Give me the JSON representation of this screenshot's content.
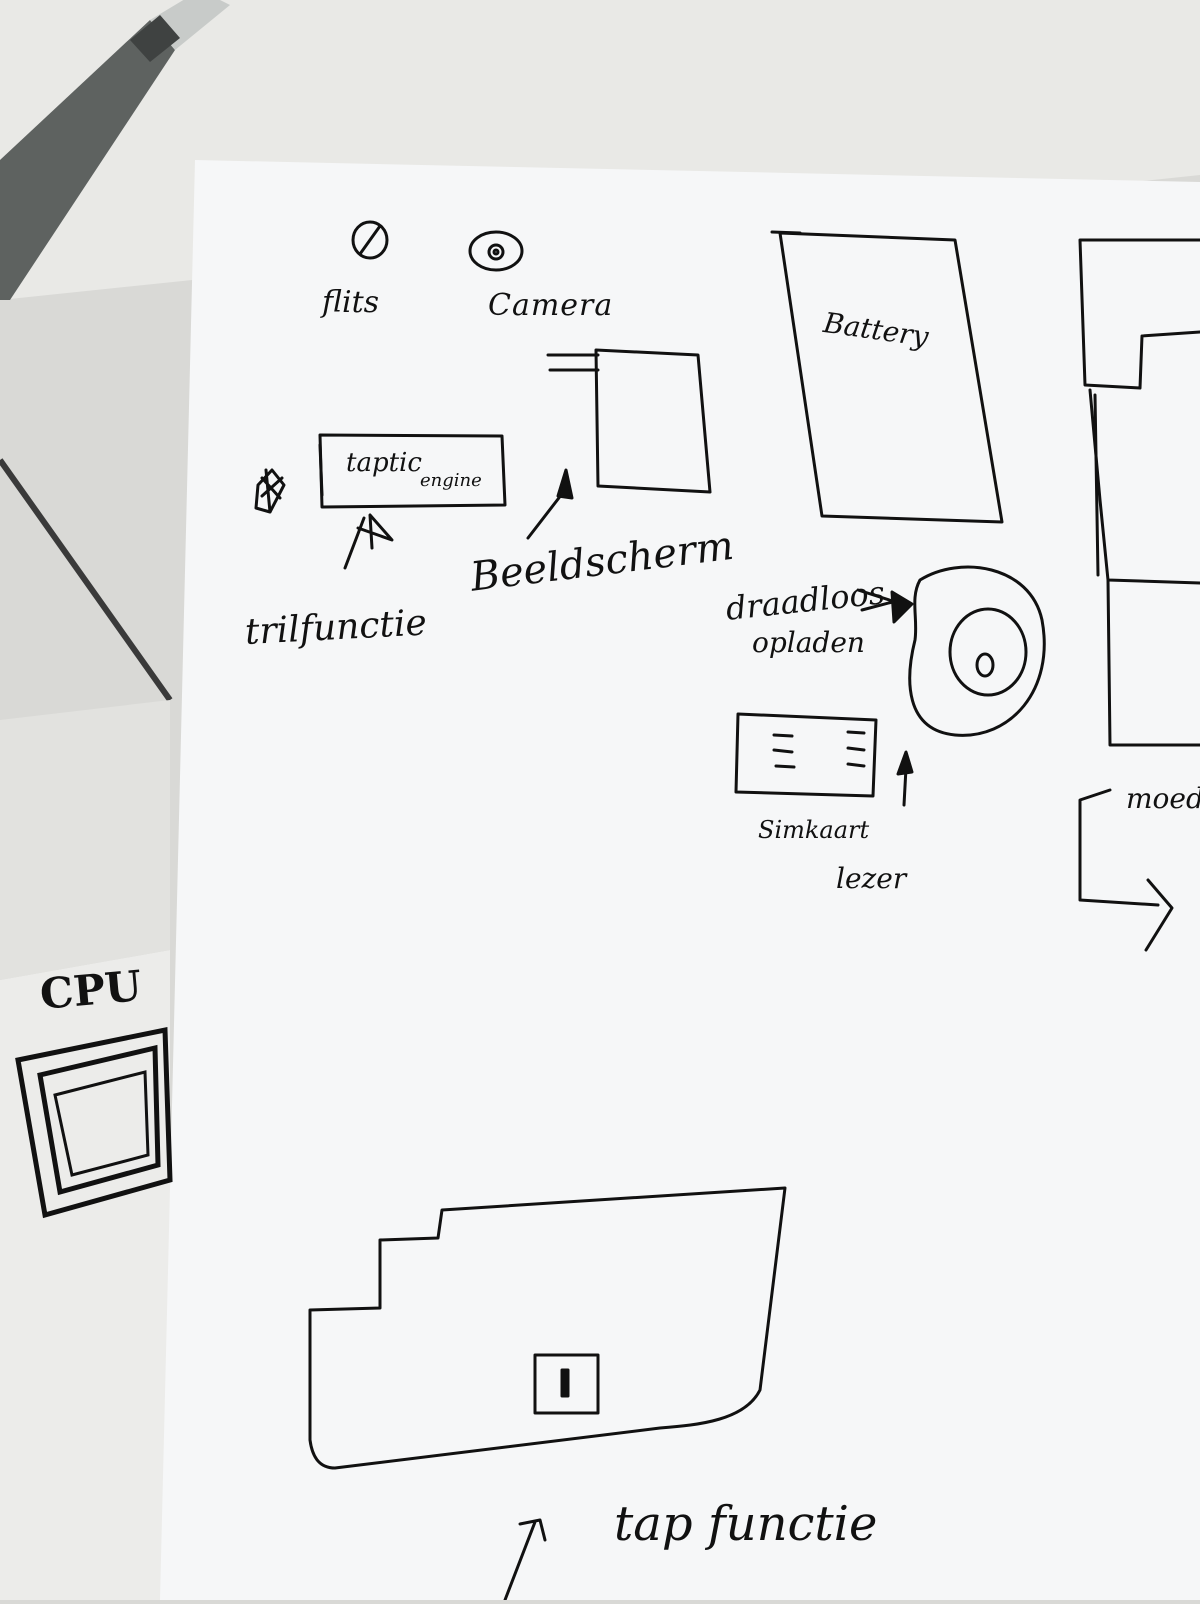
{
  "labels": {
    "flits": "flits",
    "camera": "Camera",
    "battery": "Battery",
    "taptic_line1": "taptic",
    "taptic_line2": "engine",
    "beeldscherm": "Beeldscherm",
    "trilfunctie": "trilfunctie",
    "draadloos_line1": "draadloos",
    "draadloos_line2": "opladen",
    "simkaart_line1": "Simkaart",
    "simkaart_line2": "lezer",
    "moederbord_partial": "moed",
    "cpu": "CPU",
    "tapfunctie": "tap functie"
  },
  "colors": {
    "ink": "#111111",
    "paper": "#f6f7f8",
    "background_sheet": "#ececea",
    "table": "#d9d9d6",
    "pen_body": "#5e6260",
    "pen_tip": "#c8cbc9"
  }
}
